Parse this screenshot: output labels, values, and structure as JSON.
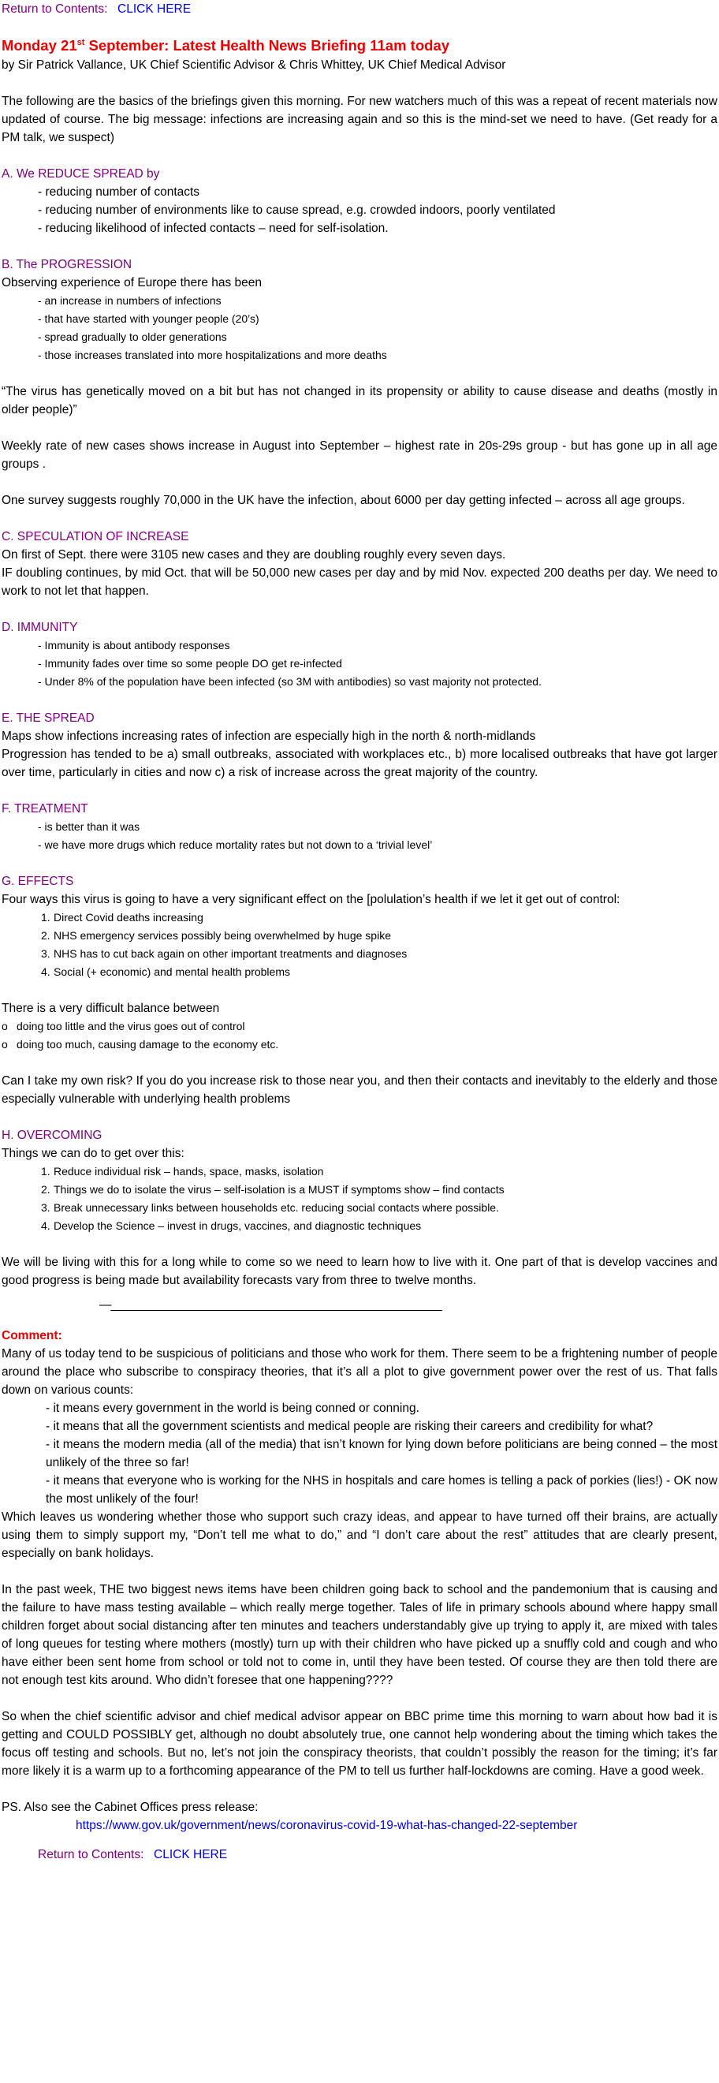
{
  "top_nav": {
    "label": "Return to Contents:",
    "link": "CLICK HERE"
  },
  "title": {
    "part1": "Monday 21",
    "sup": "st",
    "part2": " September: Latest Health News Briefing 11am today"
  },
  "byline": "by Sir Patrick Vallance, UK Chief Scientific Advisor & Chris Whittey, UK Chief Medical Advisor",
  "intro": "The following are the basics of the briefings given this morning. For new watchers much of this was a repeat of recent materials now updated of course. The big message: infections are increasing again and so this is the mind-set we need to have. (Get ready for a PM talk, we suspect)",
  "sec_a": {
    "heading": "A. We REDUCE SPREAD by",
    "items": [
      "- reducing number of contacts",
      "- reducing number of environments like to cause spread, e.g. crowded indoors, poorly ventilated",
      "- reducing likelihood of infected contacts – need for self-isolation."
    ]
  },
  "sec_b": {
    "heading": "B. The PROGRESSION",
    "lead": "Observing experience of Europe there has been",
    "items": [
      "- an increase in numbers of infections",
      "- that have started with younger people (20’s)",
      "- spread gradually to older generations",
      "- those increases translated into more hospitalizations and more deaths"
    ]
  },
  "quote": "“The virus has genetically moved on a bit but has not changed in its propensity or ability to cause disease and deaths (mostly in older people)”",
  "weekly": "Weekly rate of new cases shows increase in August into September – highest rate in 20s-29s group -  but has gone up in all age groups .",
  "survey": "One survey suggests roughly 70,000 in the UK have the infection, about 6000 per day getting infected – across all age groups.",
  "sec_c": {
    "heading": "C. SPECULATION OF INCREASE",
    "line1": "On first of Sept. there were 3105 new cases and they are doubling roughly every seven days.",
    "line2": "IF doubling continues, by mid Oct. that will be 50,000 new cases per day and by mid Nov. expected 200 deaths per day. We need to work to not let that happen."
  },
  "sec_d": {
    "heading": "D. IMMUNITY",
    "items": [
      "- Immunity is about antibody responses",
      "- Immunity fades over time so some people DO get re-infected",
      "- Under 8% of the population have been infected (so 3M with antibodies) so vast majority not protected."
    ]
  },
  "sec_e": {
    "heading": "E. THE SPREAD",
    "line1": "Maps show infections increasing rates of infection are especially high in the north & north-midlands",
    "line2": "Progression has tended to be a) small outbreaks, associated with workplaces etc., b) more localised outbreaks that have got larger over time, particularly in cities and now c) a risk of increase across the great majority of the country."
  },
  "sec_f": {
    "heading": "F. TREATMENT",
    "items": [
      "- is better than it was",
      "- we have more drugs which reduce mortality rates but not down to a ‘trivial level’"
    ]
  },
  "sec_g": {
    "heading": "G. EFFECTS",
    "lead": "Four ways this virus is going to have a very significant effect on the [polulation’s health if we let it get out of control:",
    "items": [
      {
        "n": "1.",
        "t": "Direct Covid deaths increasing"
      },
      {
        "n": "2.",
        "t": "NHS emergency services possibly being overwhelmed by huge spike"
      },
      {
        "n": "3.",
        "t": "NHS has to cut back again on other important treatments and diagnoses"
      },
      {
        "n": "4.",
        "t": "Social (+ economic) and mental health problems"
      }
    ]
  },
  "balance": {
    "lead": "There is a very difficult balance between",
    "bullet": "o",
    "items": [
      "doing too little and the virus goes out of control",
      "doing too much, causing damage to the economy etc."
    ]
  },
  "risk": "Can I take my own risk? If you do you increase risk to those near you, and then their contacts and inevitably to the elderly and those especially vulnerable with underlying health problems",
  "sec_h": {
    "heading": "H. OVERCOMING",
    "lead": "Things we can do to get over this:",
    "items": [
      {
        "n": "1.",
        "t": "Reduce individual risk – hands, space, masks, isolation"
      },
      {
        "n": "2.",
        "t": "Things we do to isolate the virus – self-isolation is a MUST if symptoms show – find contacts"
      },
      {
        "n": "3.",
        "t": "Break unnecessary links between households etc. reducing social contacts where possible."
      },
      {
        "n": "4.",
        "t": "Develop the Science – invest in drugs, vaccines, and diagnostic techniques"
      }
    ]
  },
  "living": "We will be living with this for a long while to come so we need to learn how to live with it. One part of that is develop vaccines and good progress is being made but availability forecasts vary from three to twelve months.",
  "separator": "—_______________________________________________________",
  "comment": {
    "label": "Comment:",
    "p1": "Many of us today tend to be suspicious of politicians and those who work for them. There seem to be a frightening number of people around the place who subscribe to conspiracy theories, that it’s all a plot to give government power over the rest of us. That falls down on various counts:",
    "items": [
      "- it means every government in the world is being conned or conning.",
      "- it means that all the government scientists and medical people are risking their careers and credibility for what?",
      "- it means the modern media (all of the media) that isn’t known for lying down before politicians are being conned – the most unlikely of the three so far!",
      "- it means that everyone who is working for the NHS in hospitals and care homes is telling a pack of porkies (lies!) - OK now the most unlikely of the four!"
    ],
    "p2": "Which leaves us wondering whether those who support such crazy ideas, and appear to have turned off their brains, are actually using them to simply support my, “Don’t tell me what to do,” and “I don’t care about the rest” attitudes that are clearly present, especially on bank holidays.",
    "p3": "In the past week, THE two biggest news items have been children going back to school and the pandemonium that is causing and the failure to have mass testing available – which really merge together. Tales of life in primary schools abound where happy small children forget about social distancing after ten minutes and teachers understandably give up trying to apply it, are mixed with tales of long queues for testing where mothers (mostly) turn up with their children who have picked up a snuffly cold and cough and who have either been sent home from school or told not to come in, until they have been tested. Of course they are then told there are not enough test kits around. Who didn’t foresee that one happening????",
    "p4": "So when the chief scientific advisor and chief medical advisor appear on BBC prime time this morning to warn about how bad it is getting and COULD POSSIBLY get, although no doubt absolutely true, one cannot help wondering about the timing which takes the focus off testing and schools.  But no, let’s not join the conspiracy theorists, that couldn’t possibly the reason for the timing; it’s far more likely it is a warm up to a forthcoming appearance of the PM to tell us further half-lockdowns are coming. Have a good week."
  },
  "ps": {
    "text": "PS. Also see the Cabinet Offices press release:",
    "url": "https://www.gov.uk/government/news/coronavirus-covid-19-what-has-changed-22-september"
  },
  "bottom_nav": {
    "label": "Return to Contents:",
    "link": "CLICK HERE"
  }
}
